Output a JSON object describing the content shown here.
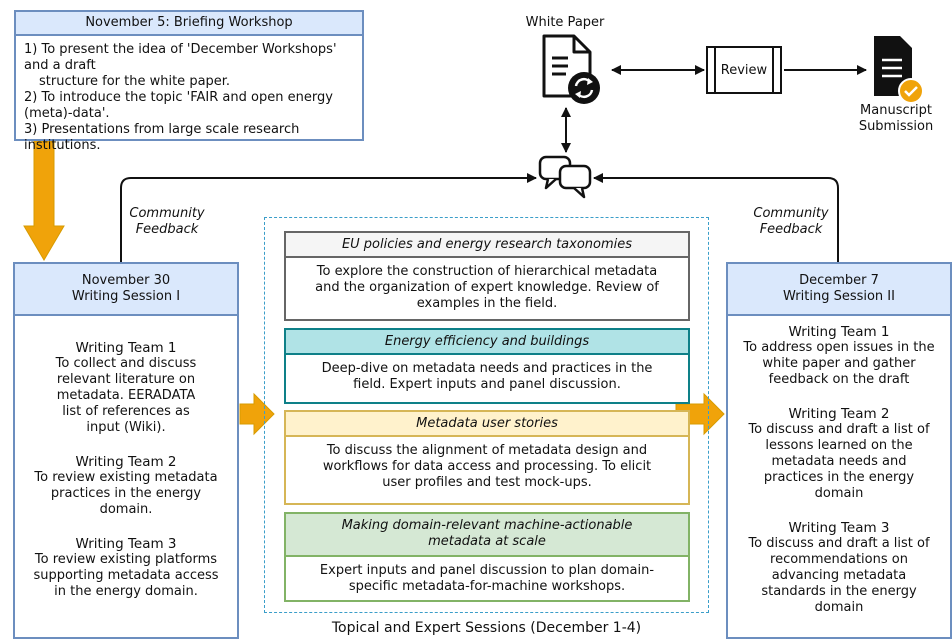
{
  "briefing": {
    "title": "November 5: Briefing Workshop",
    "items": [
      "1) To present the idea of 'December Workshops' and a draft",
      "structure for the white paper.",
      "2) To introduce the topic 'FAIR and open energy (meta)-data'.",
      "3) Presentations from large scale research institutions."
    ]
  },
  "top": {
    "white_paper": "White Paper",
    "review": "Review",
    "manuscript": [
      "Manuscript",
      "Submission"
    ]
  },
  "feedback": {
    "left": [
      "Community",
      "Feedback"
    ],
    "right": [
      "Community",
      "Feedback"
    ]
  },
  "session1": {
    "header": [
      "November 30",
      "Writing Session I"
    ],
    "teams": [
      {
        "title": "Writing Team 1",
        "lines": [
          "To collect and discuss",
          "relevant literature on",
          "metadata. EERADATA",
          "list of references as",
          "input (Wiki)."
        ]
      },
      {
        "title": "Writing Team 2",
        "lines": [
          "To review existing metadata",
          "practices in the energy",
          "domain."
        ]
      },
      {
        "title": "Writing Team 3",
        "lines": [
          "To review existing platforms",
          "supporting metadata access",
          "in the energy domain."
        ]
      }
    ]
  },
  "session2": {
    "header": [
      "December 7",
      "Writing Session II"
    ],
    "teams": [
      {
        "title": "Writing Team 1",
        "lines": [
          "To address open issues in the",
          "white paper and gather",
          "feedback on the draft"
        ]
      },
      {
        "title": "Writing Team 2",
        "lines": [
          "To discuss and draft a list of",
          "lessons learned on the",
          "metadata needs and",
          "practices in the energy",
          "domain"
        ]
      },
      {
        "title": "Writing Team 3",
        "lines": [
          "To discuss and draft a list of",
          "recommendations on",
          "advancing metadata",
          "standards in the energy",
          "domain"
        ]
      }
    ]
  },
  "topics": [
    {
      "title": [
        "EU policies and energy research taxonomies"
      ],
      "lines": [
        "To explore the construction of hierarchical metadata",
        "and the organization of expert knowledge. Review of",
        "examples in the field."
      ]
    },
    {
      "title": [
        "Energy efficiency and buildings"
      ],
      "lines": [
        "Deep-dive on metadata needs and practices in the",
        "field. Expert inputs and panel discussion."
      ]
    },
    {
      "title": [
        "Metadata user stories"
      ],
      "lines": [
        "To discuss the alignment of metadata design and",
        "workflows for data access and processing. To elicit",
        "user profiles and test mock-ups."
      ]
    },
    {
      "title": [
        "Making domain-relevant machine-actionable",
        "metadata at scale"
      ],
      "lines": [
        "Expert inputs and panel discussion to plan domain-",
        "specific metadata-for-machine workshops."
      ]
    }
  ],
  "topical_caption": "Topical and Expert Sessions (December 1-4)",
  "colors": {
    "blue_fill": "#dae8fc",
    "blue_border": "#6c8ebf",
    "orange_arrow": "#f0a30a",
    "gray_fill": "#f5f5f5",
    "teal_fill": "#b0e3e6",
    "yellow_fill": "#fff2cc",
    "green_fill": "#d5e8d4"
  },
  "icons": [
    "document-icon",
    "sync-icon",
    "review-process-icon",
    "submitted-document-icon",
    "check-badge-icon",
    "chat-bubbles-icon"
  ]
}
